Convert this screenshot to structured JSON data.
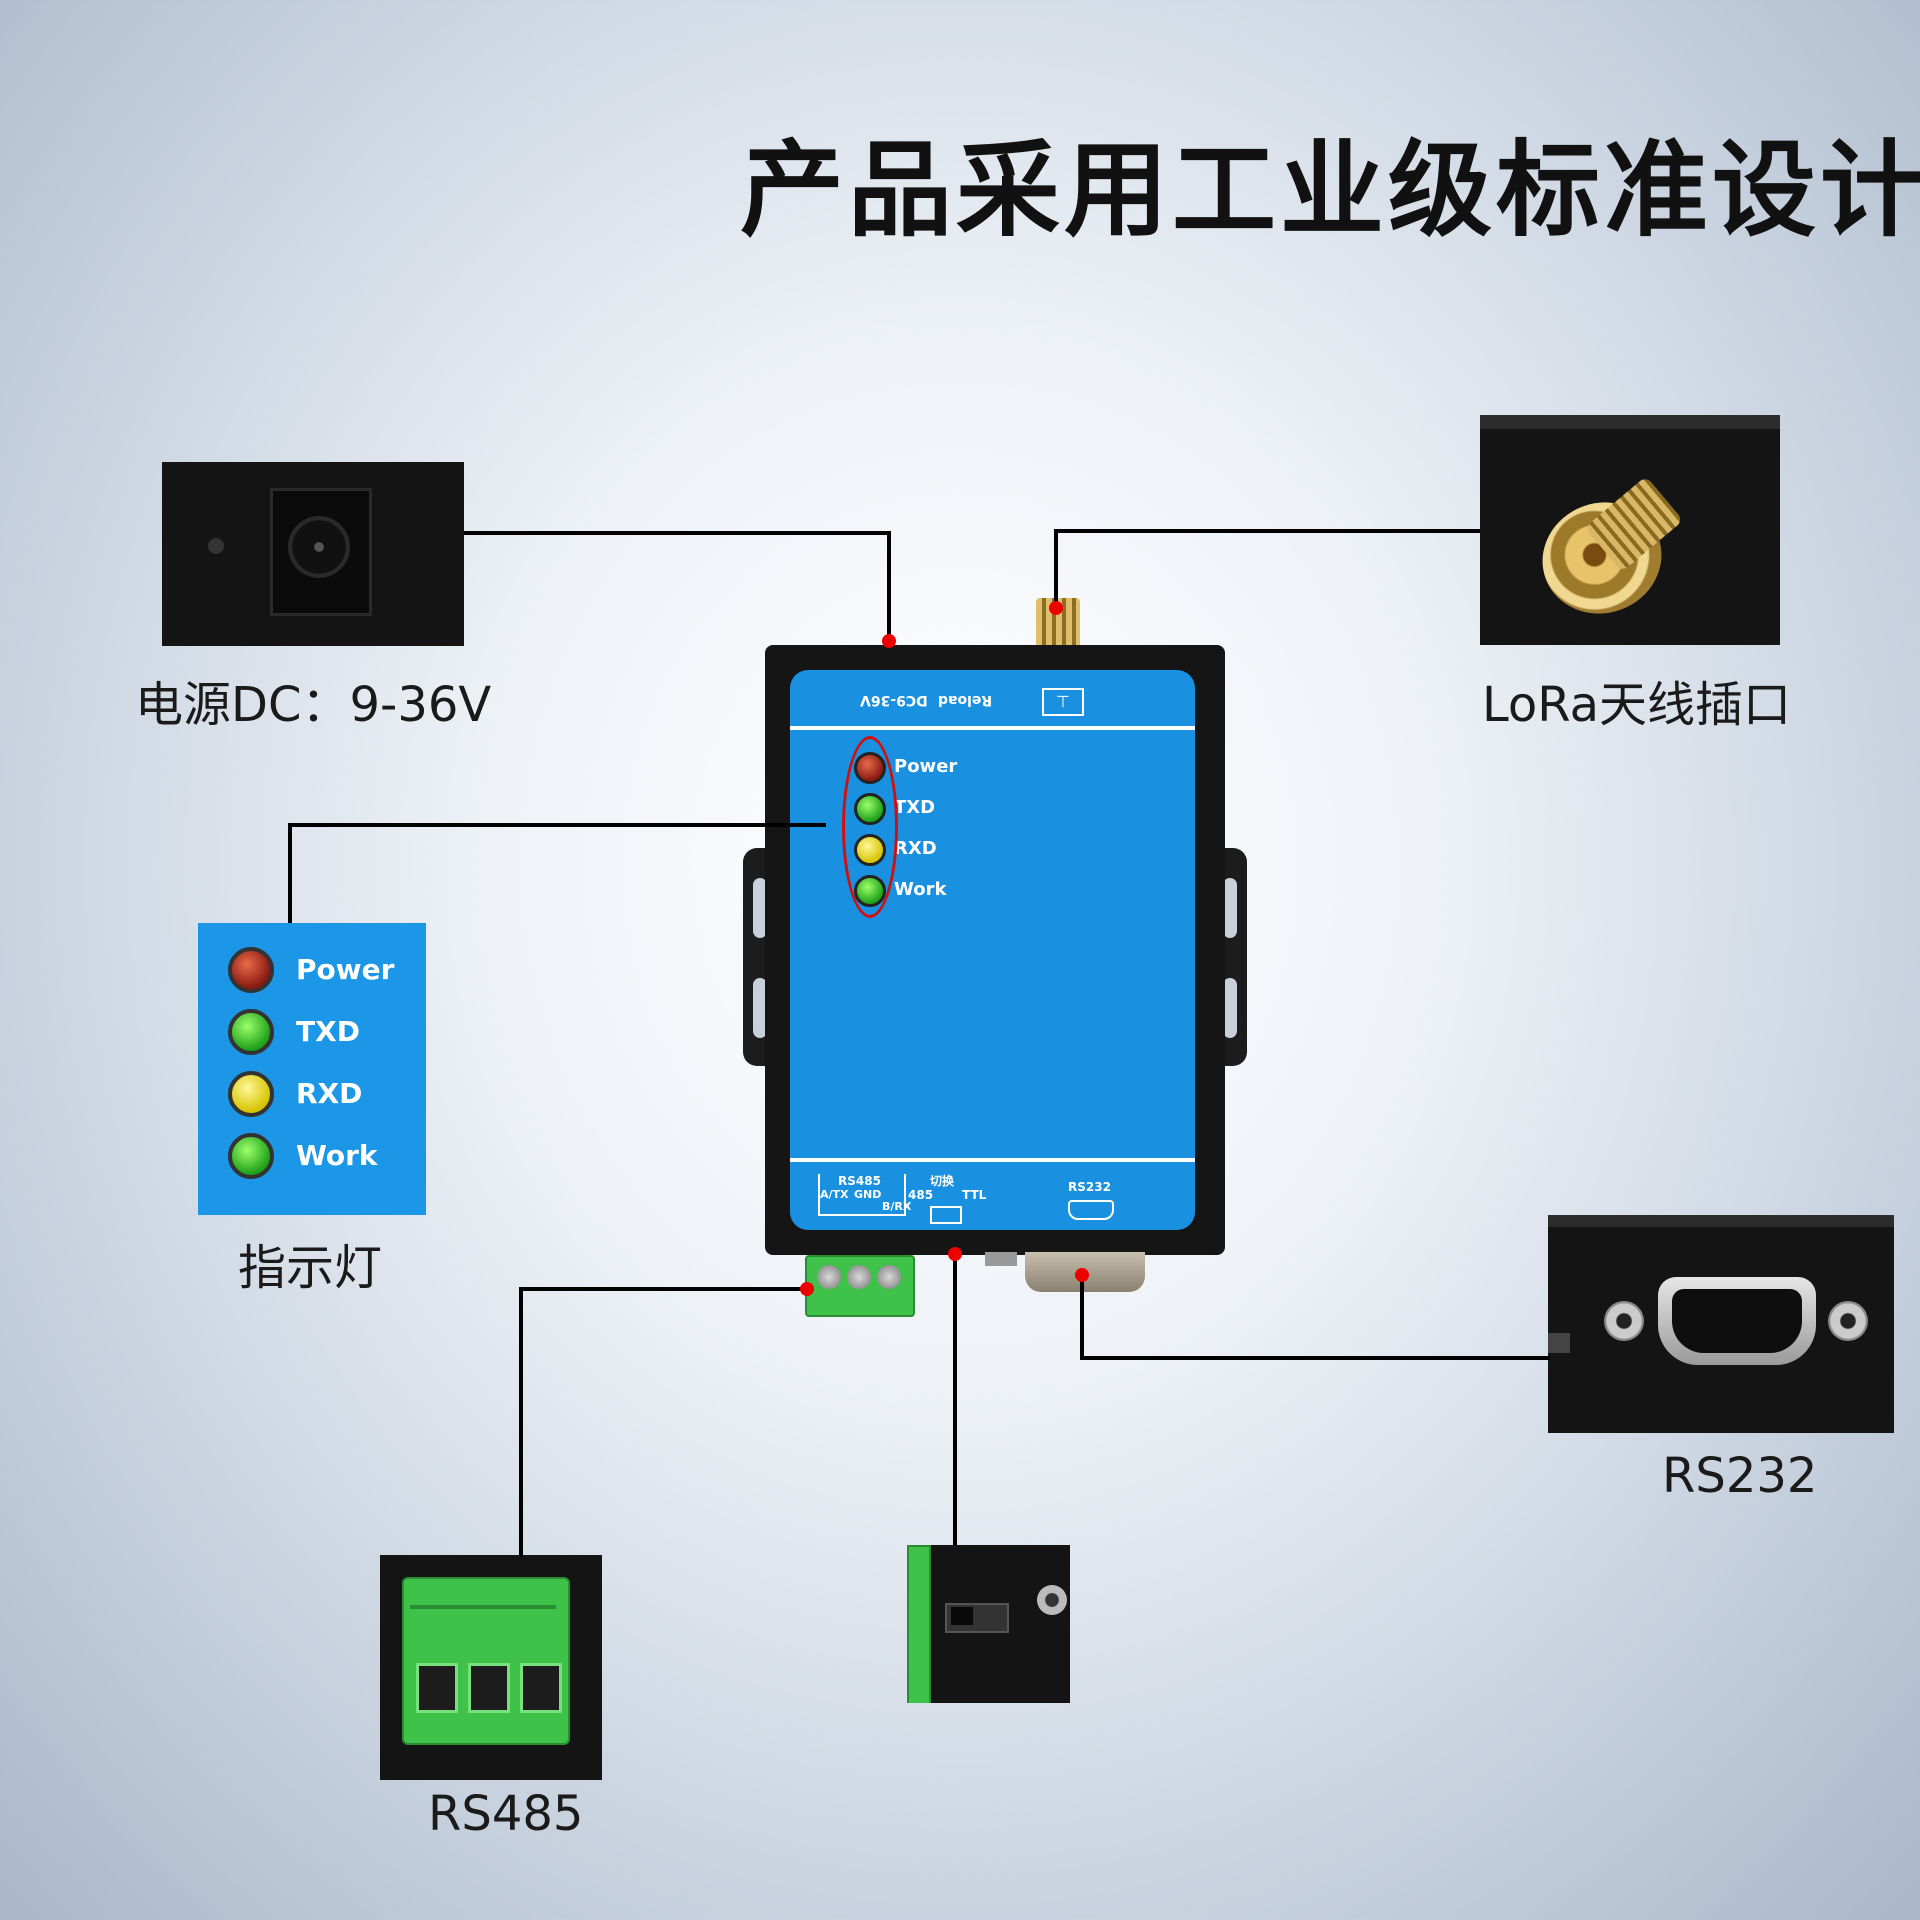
{
  "title": "产品采用工业级标准设计",
  "labels": {
    "power": "电源DC：9-36V",
    "antenna": "LoRa天线插口",
    "indicator": "指示灯",
    "rs232": "RS232",
    "rs485": "RS485"
  },
  "device": {
    "top_text_reload": "Reload",
    "top_text_dc": "DC9-36V",
    "bottom_rs485": "RS485",
    "bottom_pins": [
      "A/TX",
      "GND",
      "B/RX"
    ],
    "bottom_switch_label": "切换",
    "bottom_485": "485",
    "bottom_ttl": "TTL",
    "bottom_rs232": "RS232"
  },
  "leds": [
    {
      "name": "Power",
      "color": "red"
    },
    {
      "name": "TXD",
      "color": "green"
    },
    {
      "name": "RXD",
      "color": "yellow"
    },
    {
      "name": "Work",
      "color": "green"
    }
  ],
  "colors": {
    "panel": "#1990e0",
    "marker": "#e00000",
    "terminal": "#3fc24a"
  }
}
